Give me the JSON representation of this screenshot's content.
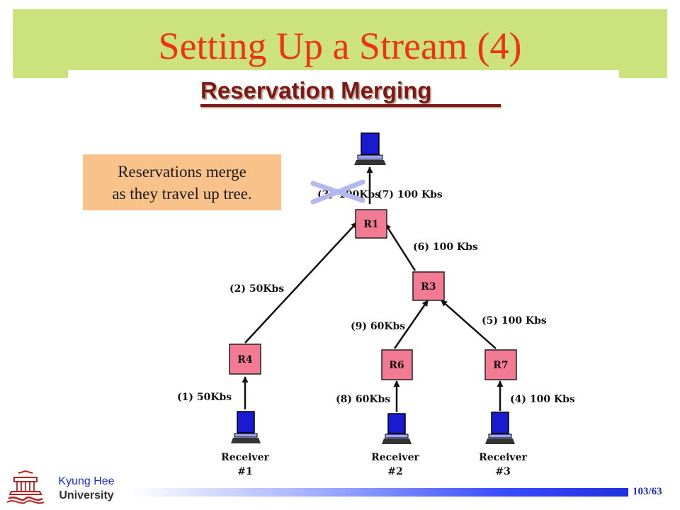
{
  "slide": {
    "title": "Setting Up a Stream (4)",
    "subtitle": "Reservation Merging",
    "note_lines": [
      "Reservations merge",
      "as they travel up tree."
    ],
    "page_number": "103/63",
    "university_line1": "Kyung Hee",
    "university_line2": "University"
  },
  "colors": {
    "title_bar": "#cbe27d",
    "title_text": "#ee3311",
    "subtitle_text": "#7a1a14",
    "note_box": "#f8c28a",
    "router_fill": "#f27b93",
    "computer_blue": "#1a1ad0",
    "cross_mark": "#b4b8ee"
  },
  "diagram": {
    "routers": [
      {
        "id": "r1",
        "label": "R1"
      },
      {
        "id": "r3",
        "label": "R3"
      },
      {
        "id": "r4",
        "label": "R4"
      },
      {
        "id": "r6",
        "label": "R6"
      },
      {
        "id": "r7",
        "label": "R7"
      }
    ],
    "links": [
      {
        "id": "link-r1-sender",
        "label_prefix": "(3)",
        "label_obscured": "100Kbs",
        "label": "(7) 100 Kbs",
        "crossed_out": true
      },
      {
        "id": "link-r4-r1",
        "label": "(2) 50Kbs"
      },
      {
        "id": "link-r3-r1",
        "label": "(6) 100 Kbs"
      },
      {
        "id": "link-r6-r3",
        "label": "(9) 60Kbs"
      },
      {
        "id": "link-r7-r3",
        "label": "(5) 100 Kbs"
      },
      {
        "id": "link-recv1-r4",
        "label": "(1) 50Kbs"
      },
      {
        "id": "link-recv2-r6",
        "label": "(8) 60Kbs"
      },
      {
        "id": "link-recv3-r7",
        "label": "(4) 100 Kbs"
      }
    ],
    "receivers": [
      {
        "label": "Receiver",
        "number": "#1"
      },
      {
        "label": "Receiver",
        "number": "#2"
      },
      {
        "label": "Receiver",
        "number": "#3"
      }
    ]
  }
}
